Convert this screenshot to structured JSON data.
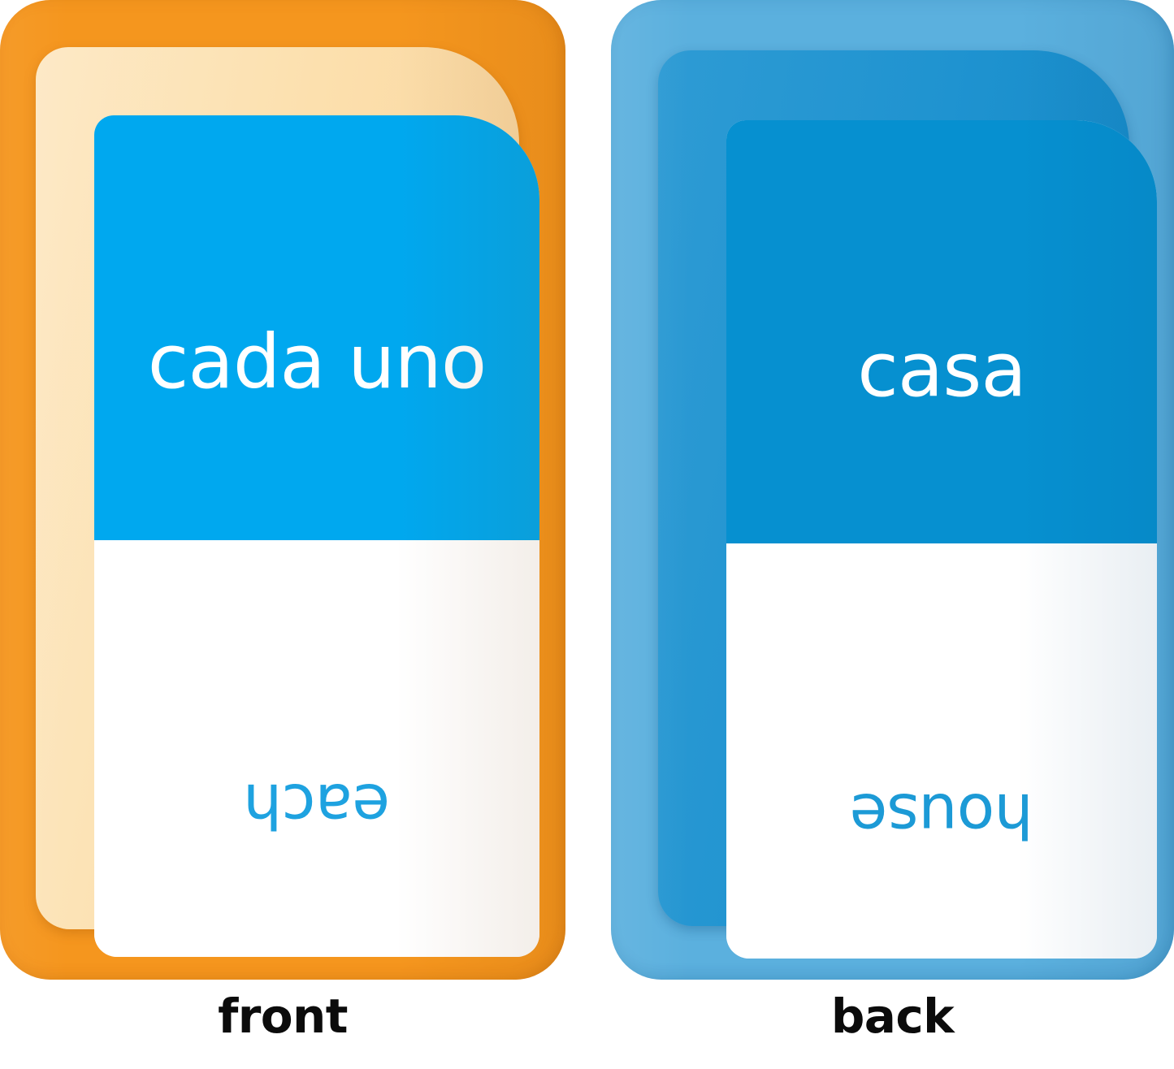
{
  "page": {
    "title": "Vocabulary flashcard — front and back",
    "background_color": "#ffffff"
  },
  "cards": [
    {
      "side": "front",
      "caption": "front",
      "frame_color": "#F5961E",
      "ring_color": "#FCE3B8",
      "panel_color": "#00A8EF",
      "top_word": "cada uno",
      "top_word_color": "#ffffff",
      "top_word_language": "Spanish",
      "bottom_word": "each",
      "bottom_word_color": "#1EA2E0",
      "bottom_word_language": "English",
      "bottom_word_orientation": "upside-down"
    },
    {
      "side": "back",
      "caption": "back",
      "frame_color": "#5BB0DE",
      "ring_color": "#1F93D0",
      "panel_color": "#0690D0",
      "top_word": "casa",
      "top_word_color": "#ffffff",
      "top_word_language": "Spanish",
      "bottom_word": "house",
      "bottom_word_color": "#1C9AD6",
      "bottom_word_language": "English",
      "bottom_word_orientation": "upside-down"
    }
  ]
}
